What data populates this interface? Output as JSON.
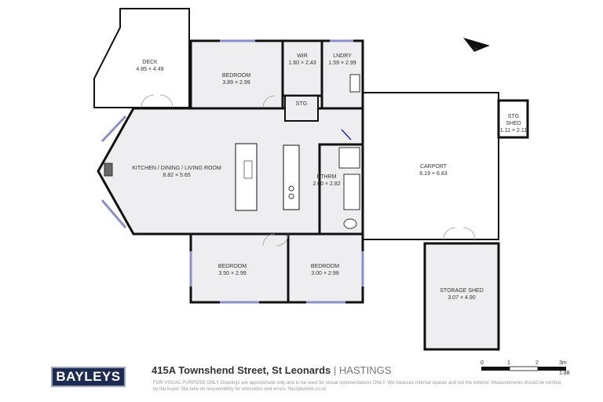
{
  "rooms": {
    "deck": {
      "name": "DECK",
      "size": "4.85 × 4.49"
    },
    "bedroom1": {
      "name": "BEDROOM",
      "size": "3.89 × 2.99"
    },
    "wir": {
      "name": "WIR",
      "size": "1.60 × 2.43"
    },
    "lndry": {
      "name": "LNDRY",
      "size": "1.59 × 2.99"
    },
    "stg": {
      "name": "STG"
    },
    "living": {
      "name": "KITCHEN / DINING / LIVING ROOM",
      "size": "8.82 × 5.65"
    },
    "bthrm": {
      "name": "BTHRM",
      "size": "2.60 × 2.82"
    },
    "bedroom2": {
      "name": "BEDROOM",
      "size": "3.50 × 2.99"
    },
    "bedroom3": {
      "name": "BEDROOM",
      "size": "3.00 × 2.99"
    },
    "carport": {
      "name": "CARPORT",
      "size": "6.19 × 6.83"
    },
    "stg_shed": {
      "name": "STG",
      "name2": "SHED",
      "size": "1.11 × 2.11"
    },
    "storage_shed": {
      "name": "STORAGE SHED",
      "size": "3.07 × 4.90"
    }
  },
  "compass": {
    "label": "N"
  },
  "footer": {
    "logo": "BAYLEYS",
    "address": "415A Townshend Street, St Leonards",
    "separator": "|",
    "city": "HASTINGS",
    "disclaimer": "FOR VISUAL PURPOSE ONLY Drawings are approximate only and to be used for visual representations ONLY. We measure internal spaces and not the exterior. Measurements should be verified by the buyer. We take no responsibility for omissions and errors. floorplanshb.co.nz"
  },
  "scale": {
    "ticks": [
      "0",
      "1",
      "2",
      "3m"
    ],
    "ratio": "1:88"
  },
  "colors": {
    "floor": "#eeeef1",
    "wall": "#111111",
    "window": "#8c90c8",
    "brand": "#1d2b52"
  }
}
